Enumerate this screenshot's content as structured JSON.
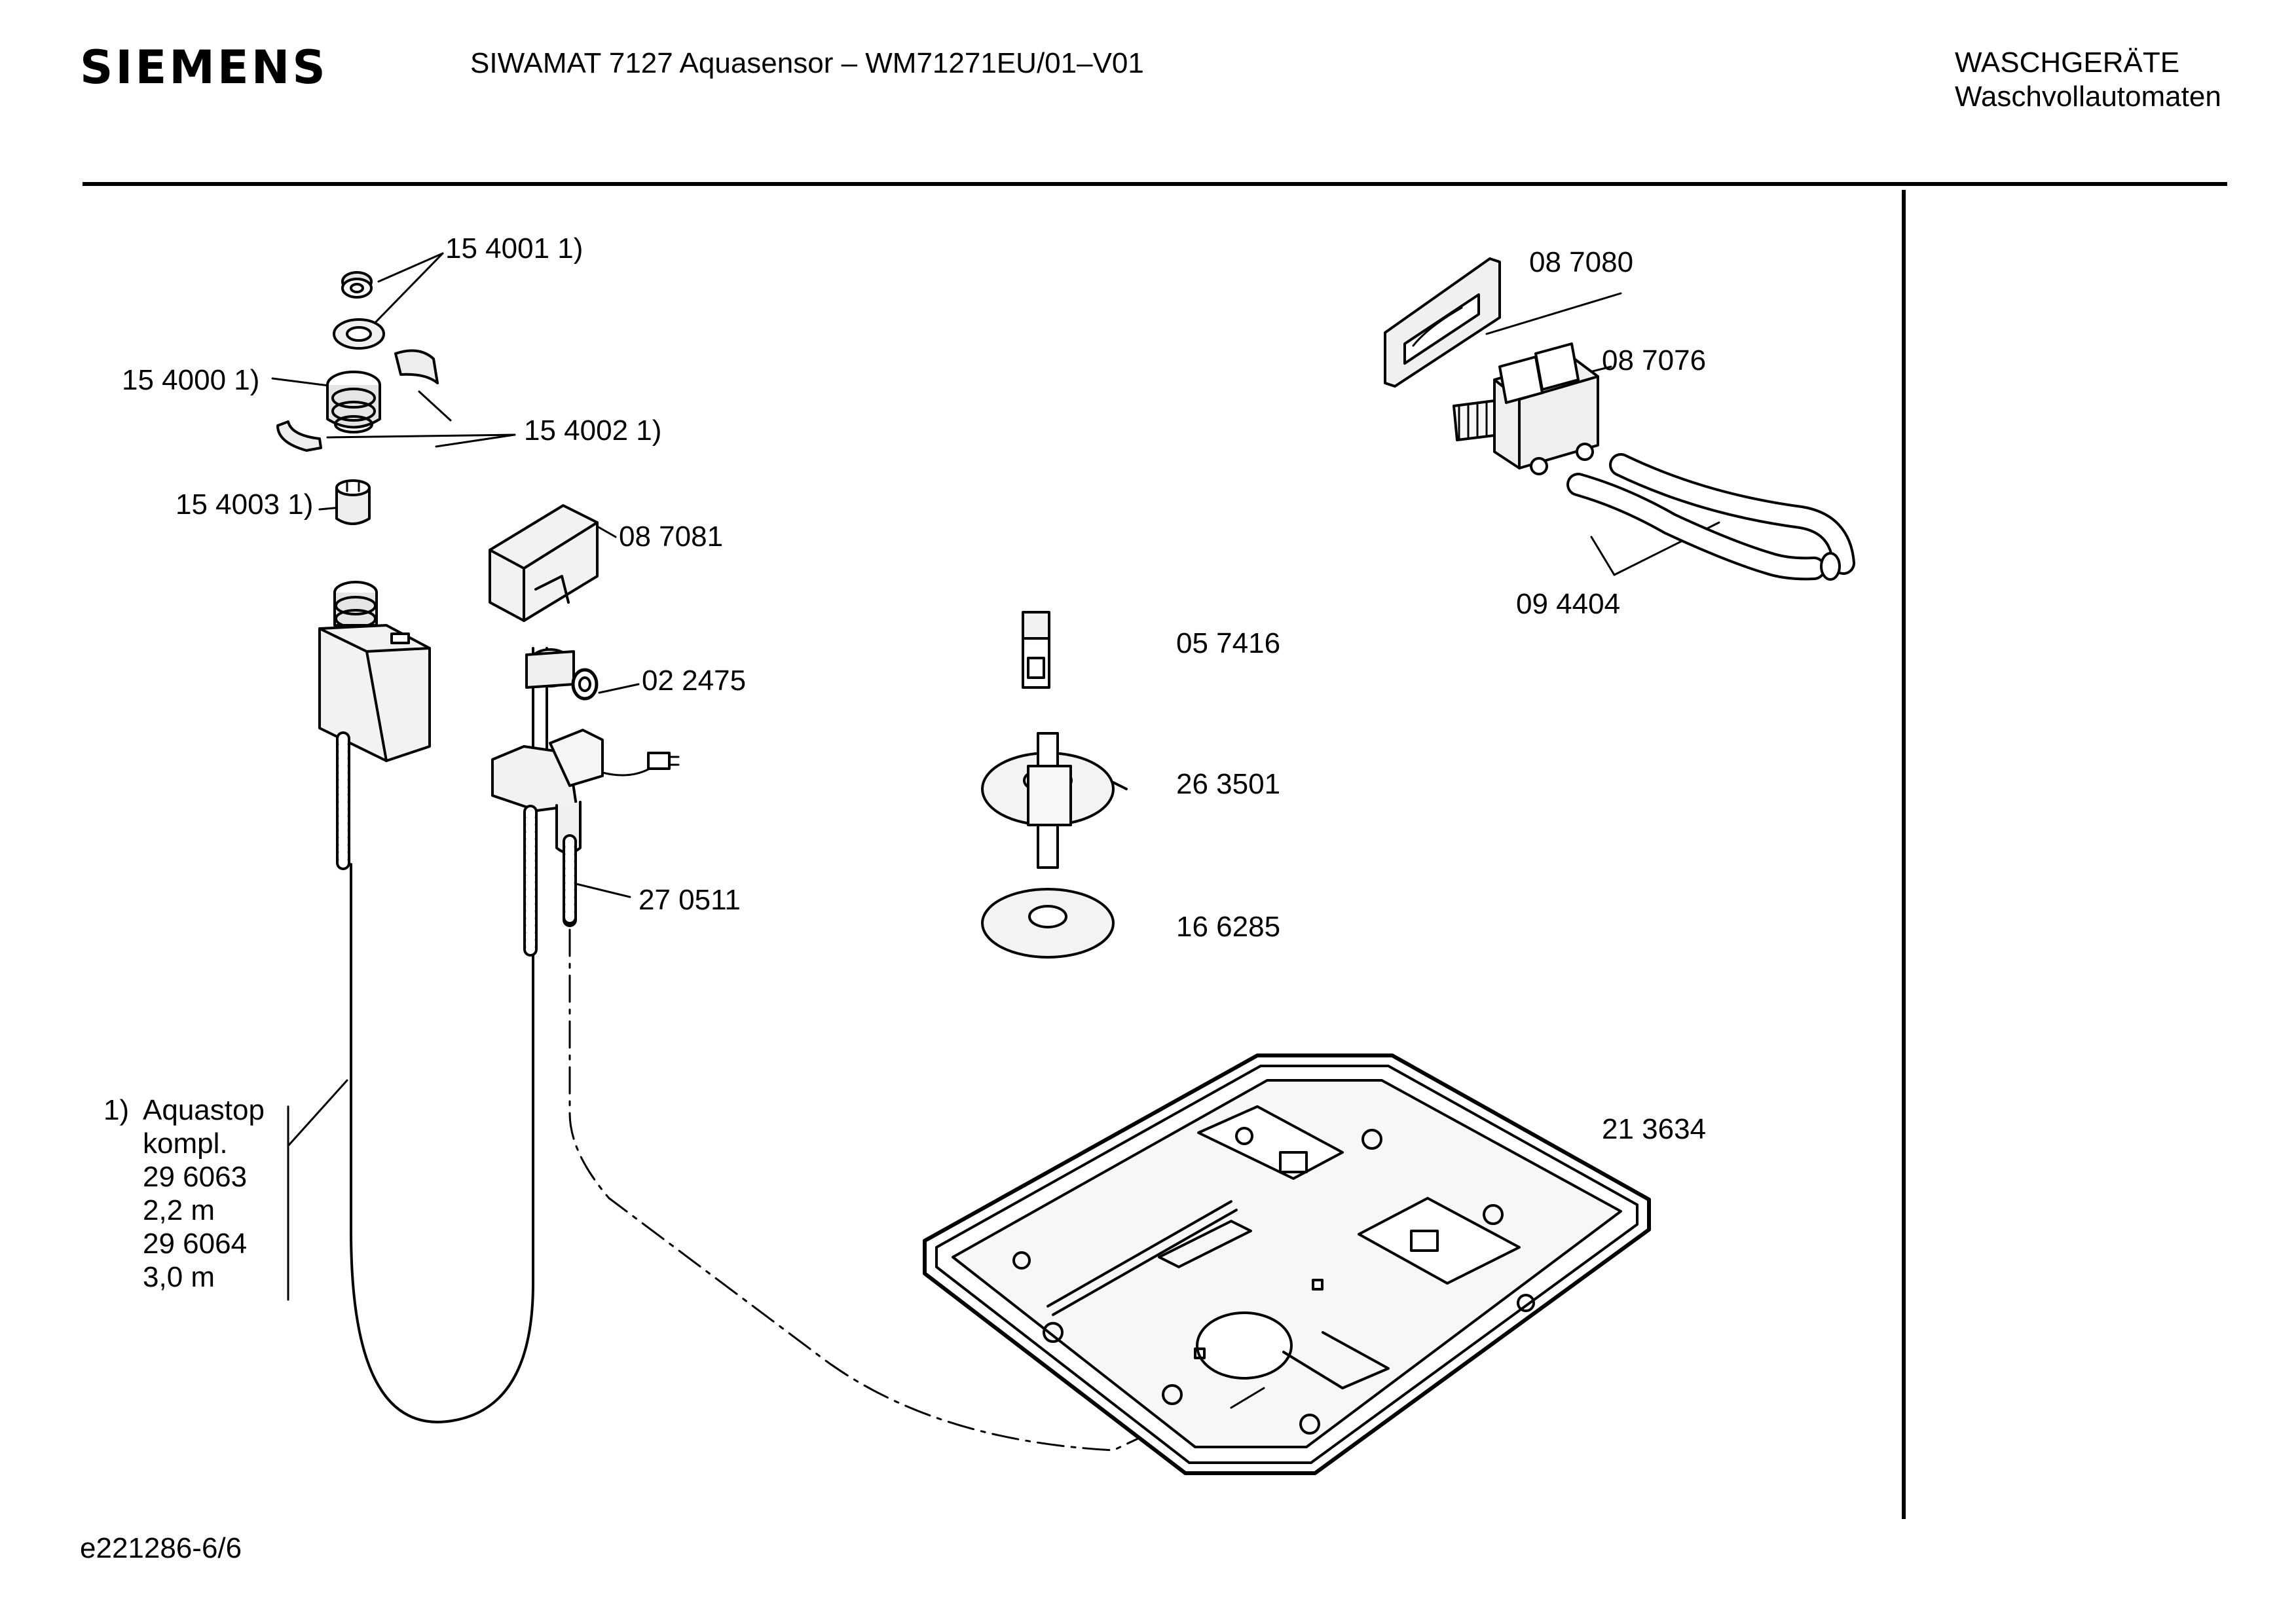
{
  "header": {
    "brand": "SIEMENS",
    "title": "SIWAMAT 7127 Aquasensor – WM71271EU/01–V01",
    "category_line1": "WASCHGERÄTE",
    "category_line2": "Waschvollautomaten"
  },
  "parts": [
    {
      "id": "p154001",
      "label": "15 4001 1)"
    },
    {
      "id": "p154000",
      "label": "15 4000 1)"
    },
    {
      "id": "p154002",
      "label": "15 4002 1)"
    },
    {
      "id": "p154003",
      "label": "15 4003 1)"
    },
    {
      "id": "p087081",
      "label": "08 7081"
    },
    {
      "id": "p022475",
      "label": "02 2475"
    },
    {
      "id": "p270511",
      "label": "27 0511"
    },
    {
      "id": "p087080",
      "label": "08 7080"
    },
    {
      "id": "p087076",
      "label": "08 7076"
    },
    {
      "id": "p094404",
      "label": "09 4404"
    },
    {
      "id": "p057416",
      "label": "05 7416"
    },
    {
      "id": "p263501",
      "label": "26 3501"
    },
    {
      "id": "p166285",
      "label": "16 6285"
    },
    {
      "id": "p213634",
      "label": "21 3634"
    }
  ],
  "note": {
    "number": "1)",
    "lines": [
      "Aquastop",
      "kompl.",
      "29 6063",
      "2,2 m",
      "29 6064",
      "3,0 m"
    ]
  },
  "footer": {
    "doc_id": "e221286-6/6"
  }
}
